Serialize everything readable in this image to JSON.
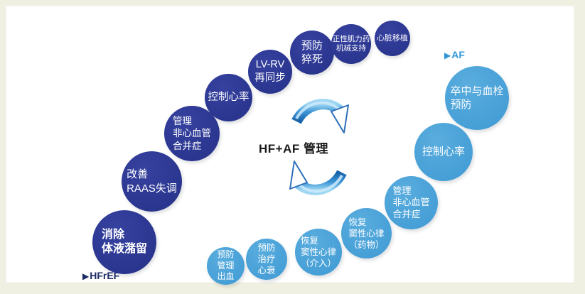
{
  "diagram": {
    "title": "HF+AF 管理",
    "af_label": {
      "marker": "▶",
      "text": "AF"
    },
    "hfref_label": {
      "marker": "▶",
      "text": "HFrEF"
    },
    "colors": {
      "hfref_circle": "#2c3892",
      "af_circle": "#4aa2d8",
      "af_label": "#2f96d4",
      "hfref_label": "#1b2a63",
      "title": "#1a1a1a",
      "arrow_dark": "#1560a8",
      "arrow_light": "#a8dcf5",
      "panel_bg": "#ffffff",
      "frame_bg": "#eff0e1"
    },
    "hfref_items": [
      {
        "id": "eliminate-fluid-retention",
        "lines": [
          "消除",
          "体液潴留"
        ],
        "emphasis": true
      },
      {
        "id": "improve-raas-dysregulation",
        "lines": [
          "改善",
          "RAAS失调"
        ]
      },
      {
        "id": "manage-noncardiovascular-comorbidities-hf",
        "lines": [
          "管理",
          "非心血管",
          "合并症"
        ]
      },
      {
        "id": "control-heart-rate-hf",
        "lines": [
          "控制心率"
        ]
      },
      {
        "id": "lv-rv-resynchronization",
        "lines": [
          "LV-RV",
          "再同步"
        ]
      },
      {
        "id": "prevent-sudden-death",
        "lines": [
          "预防",
          "猝死"
        ]
      },
      {
        "id": "inotropes-mechanical-support",
        "lines": [
          "正性肌力药",
          "机械支持"
        ]
      },
      {
        "id": "heart-transplant",
        "lines": [
          "心脏移植"
        ]
      }
    ],
    "af_items": [
      {
        "id": "stroke-thrombosis-prevention",
        "lines": [
          "卒中与血栓",
          "预防"
        ]
      },
      {
        "id": "control-heart-rate-af",
        "lines": [
          "控制心率"
        ]
      },
      {
        "id": "manage-noncardiovascular-comorbidities-af",
        "lines": [
          "管理",
          "非心血管",
          "合并症"
        ]
      },
      {
        "id": "restore-sinus-rhythm-drugs",
        "lines": [
          "恢复",
          "窦性心律",
          "（药物）"
        ]
      },
      {
        "id": "restore-sinus-rhythm-intervention",
        "lines": [
          "恢复",
          "窦性心律",
          "（介入）"
        ]
      },
      {
        "id": "prevent-treat-heart-failure",
        "lines": [
          "预防",
          "治疗",
          "心衰"
        ]
      },
      {
        "id": "prevent-manage-bleeding",
        "lines": [
          "预防",
          "管理",
          "出血"
        ]
      }
    ]
  }
}
